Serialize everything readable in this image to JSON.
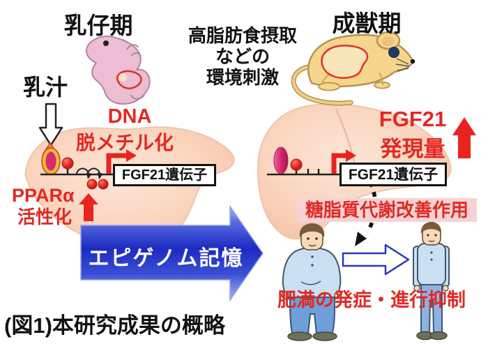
{
  "figure": {
    "caption": "(図1)本研究成果の概略"
  },
  "left_panel": {
    "stage_title": "乳仔期",
    "milk_label": "乳汁",
    "dna_demethylation_line1": "DNA",
    "dna_demethylation_line2": "脱メチル化",
    "ppar_line1": "PPARα",
    "ppar_line2": "活性化",
    "gene_box_label": "FGF21遺伝子"
  },
  "center": {
    "env_stimulus_line1": "高脂肪食摂取",
    "env_stimulus_line2": "などの",
    "env_stimulus_line3": "環境刺激",
    "epigenome_arrow_label": "エピゲノム記憶"
  },
  "right_panel": {
    "stage_title": "成獣期",
    "fgf21_line1": "FGF21",
    "fgf21_line2": "発現量",
    "gene_box_label": "FGF21遺伝子",
    "metabolic_effect_label": "糖脂質代謝改善作用",
    "obesity_suppression_label": "肥満の発症・進行抑制"
  },
  "colors": {
    "accent_red": "#e32823",
    "epigenome_arrow_blue": "#1d2ac1",
    "liver_peach": "#f8ceb5",
    "metabolic_box_pink": "#f5d3d5",
    "mouse_tan": "#f6d68d",
    "pup_pink": "#edbdd3"
  }
}
